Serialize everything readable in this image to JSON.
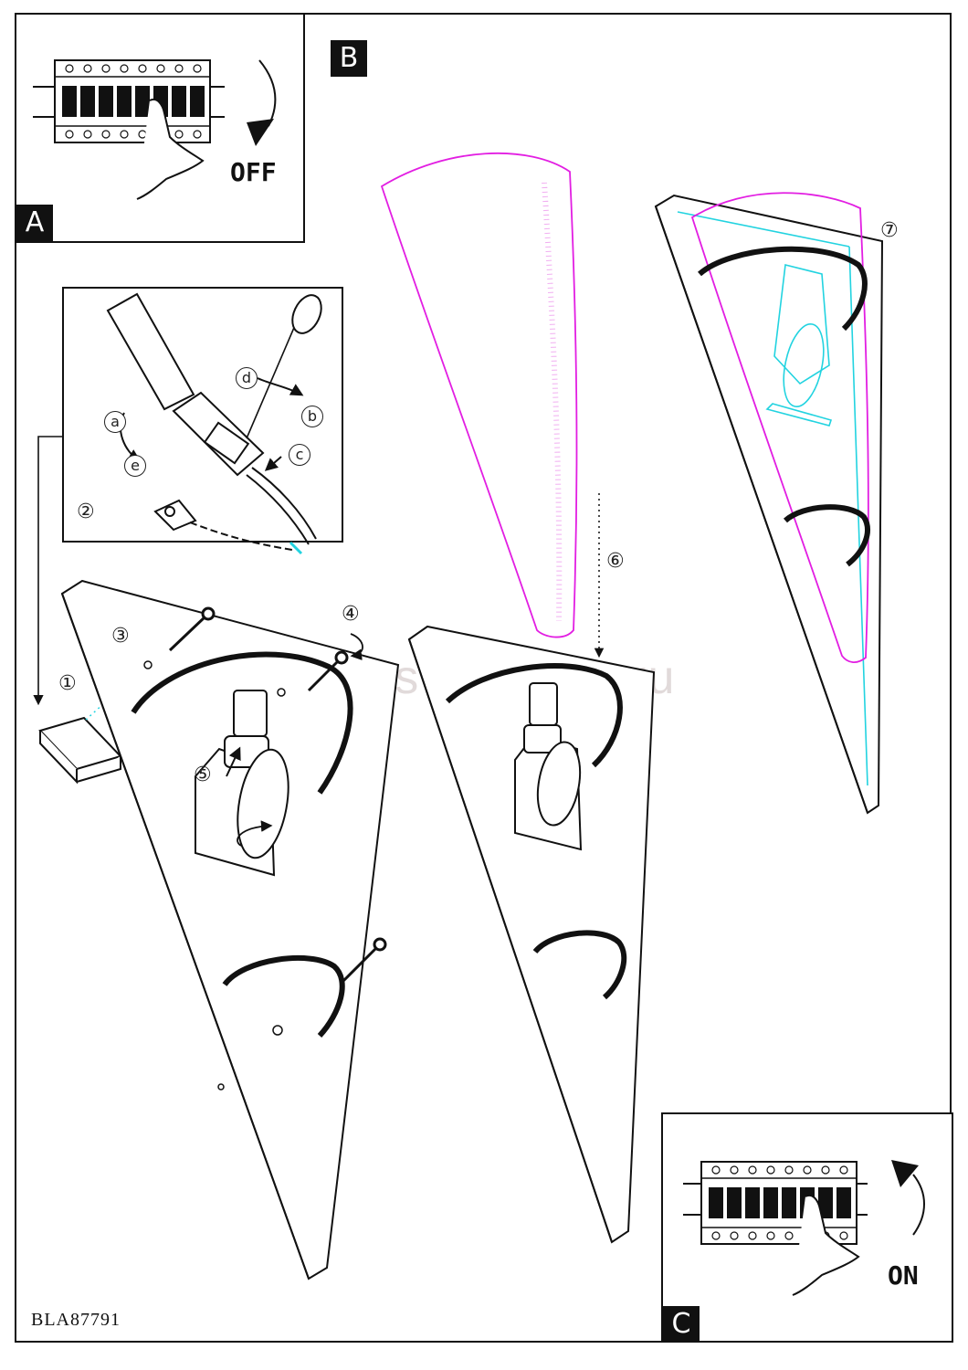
{
  "panels": {
    "a": {
      "letter": "A",
      "switch_text": "OFF"
    },
    "b": {
      "letter": "B"
    },
    "c": {
      "letter": "C",
      "switch_text": "ON"
    }
  },
  "step_numbers": [
    "①",
    "②",
    "③",
    "④",
    "⑤",
    "⑥",
    "⑦"
  ],
  "wiring_letters": [
    "a",
    "b",
    "c",
    "d",
    "e"
  ],
  "watermark": "www.svetodom.ru",
  "product_code": "BLA87791",
  "colors": {
    "shade_outline": "#e21ee2",
    "fixture_outline": "#22d3e0",
    "ink": "#111111"
  }
}
